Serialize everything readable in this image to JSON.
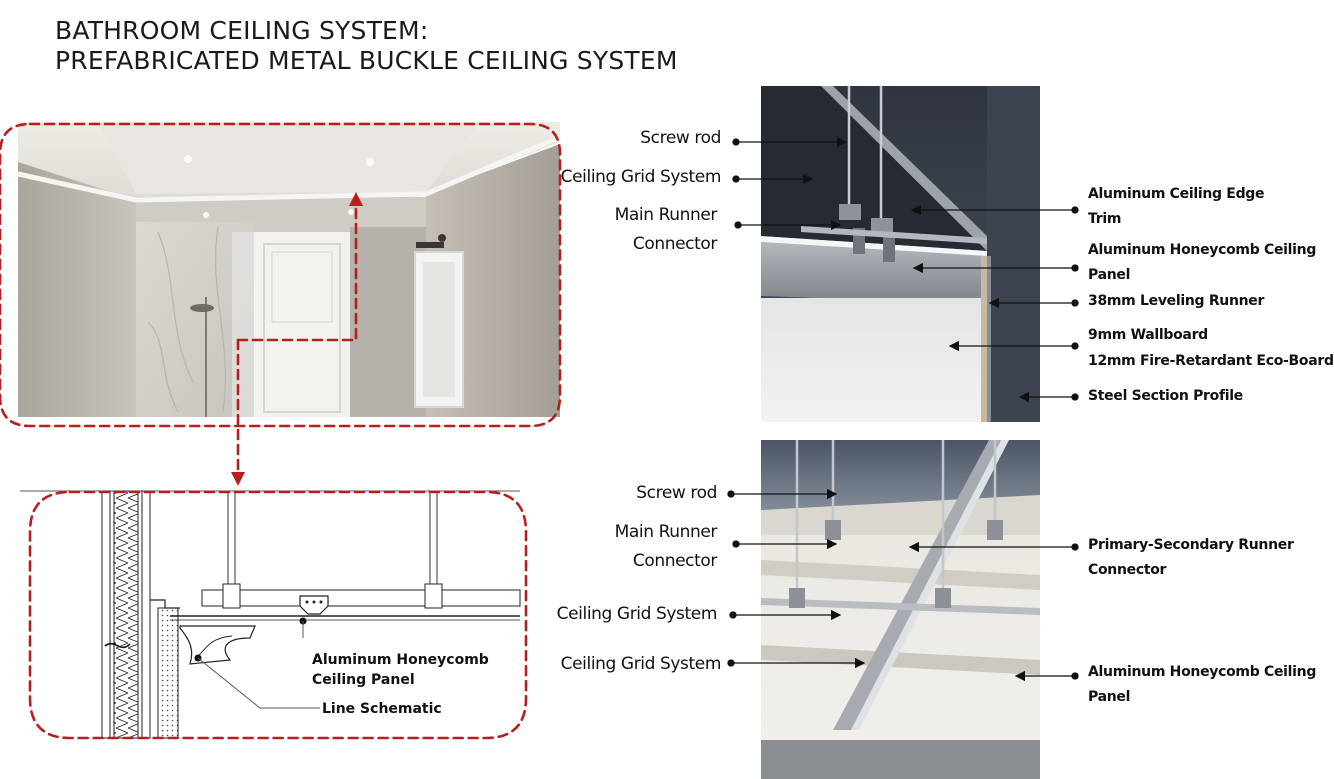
{
  "title": {
    "line1": "BATHROOM CEILING SYSTEM:",
    "line2": "PREFABRICATED METAL BUCKLE CEILING SYSTEM"
  },
  "schematic": {
    "panel_label_1": "Aluminum Honeycomb",
    "panel_label_2": "Ceiling Panel",
    "line_label": "Line Schematic"
  },
  "top_detail": {
    "left_labels": [
      "Screw rod",
      "Ceiling Grid System",
      "Main Runner",
      "Connector"
    ],
    "right_labels": [
      "Aluminum Ceiling Edge",
      "Trim",
      "Aluminum Honeycomb Ceiling",
      "Panel",
      "38mm Leveling Runner",
      "9mm Wallboard",
      "12mm Fire-Retardant Eco-Board",
      "Steel Section Profile"
    ]
  },
  "bottom_detail": {
    "left_labels": [
      "Screw rod",
      "Main Runner",
      "Connector",
      "Ceiling Grid System",
      "Ceiling Grid System"
    ],
    "right_labels": [
      "Primary-Secondary Runner",
      "Connector",
      "Aluminum Honeycomb Ceiling",
      "Panel"
    ]
  },
  "colors": {
    "dash_red": "#b81e1e",
    "wall_dark": "#3e4350",
    "ceiling_panel": "#e7e4e0",
    "text": "#111111"
  }
}
